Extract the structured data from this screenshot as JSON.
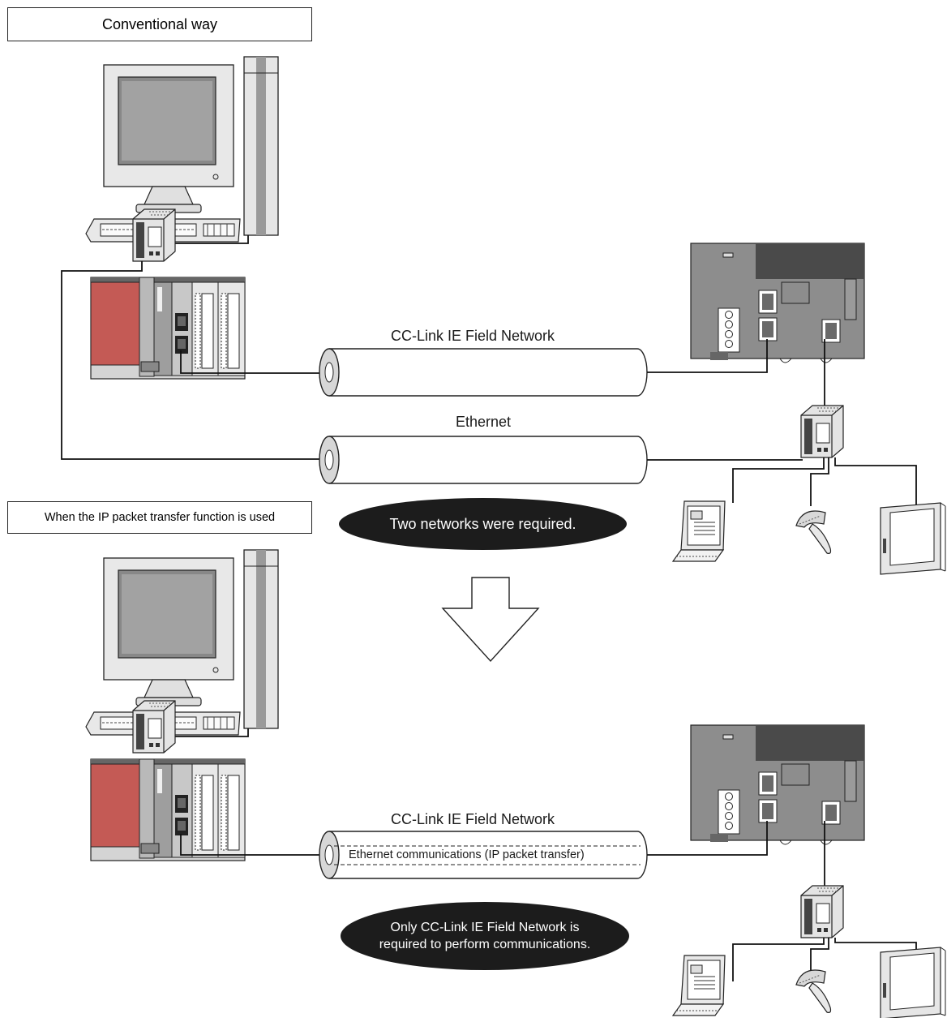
{
  "labels": {
    "conventional": "Conventional way",
    "ip_transfer": "When the IP packet transfer function is used",
    "cclink_top": "CC-Link IE Field Network",
    "ethernet": "Ethernet",
    "two_networks": "Two networks were required.",
    "cclink_bottom": "CC-Link IE Field Network",
    "ethernet_comm": "Ethernet communications (IP packet transfer)",
    "only_cclink_line1": "Only CC-Link IE Field Network is",
    "only_cclink_line2": "required to perform communications."
  },
  "colors": {
    "cable_line": "#111111",
    "plc_red": "#c45a55",
    "module_gray": "#8d8d8d",
    "dark_panel": "#4a4a4a",
    "pill_bg": "#1c1c1c"
  }
}
